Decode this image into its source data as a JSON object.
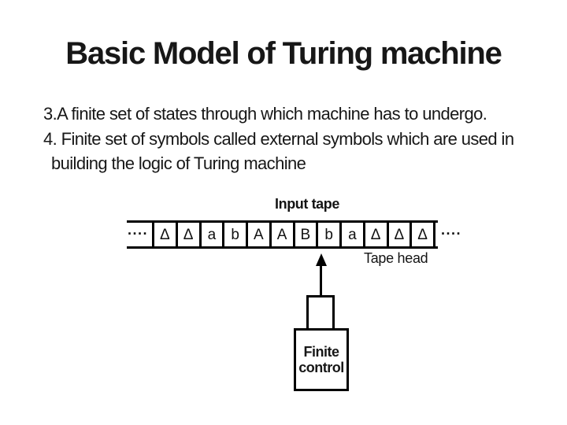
{
  "slide": {
    "title": "Basic Model of Turing machine",
    "body_lines": [
      "3.A finite set of states through which machine has to undergo.",
      "4. Finite set of symbols called external symbols which are used in",
      "building the logic of Turing machine"
    ]
  },
  "diagram": {
    "input_tape_label": "Input tape",
    "tape_head_label": "Tape head",
    "ellipsis_left": "····",
    "ellipsis_right": "····",
    "tape_cells": [
      "Δ",
      "Δ",
      "a",
      "b",
      "A",
      "A",
      "B",
      "b",
      "a",
      "Δ",
      "Δ",
      "Δ"
    ],
    "head_points_to_cell_index": 7,
    "finite_control_lines": [
      "Finite",
      "control"
    ],
    "colors": {
      "background": "#ffffff",
      "ink": "#000000",
      "text": "#171717"
    }
  }
}
